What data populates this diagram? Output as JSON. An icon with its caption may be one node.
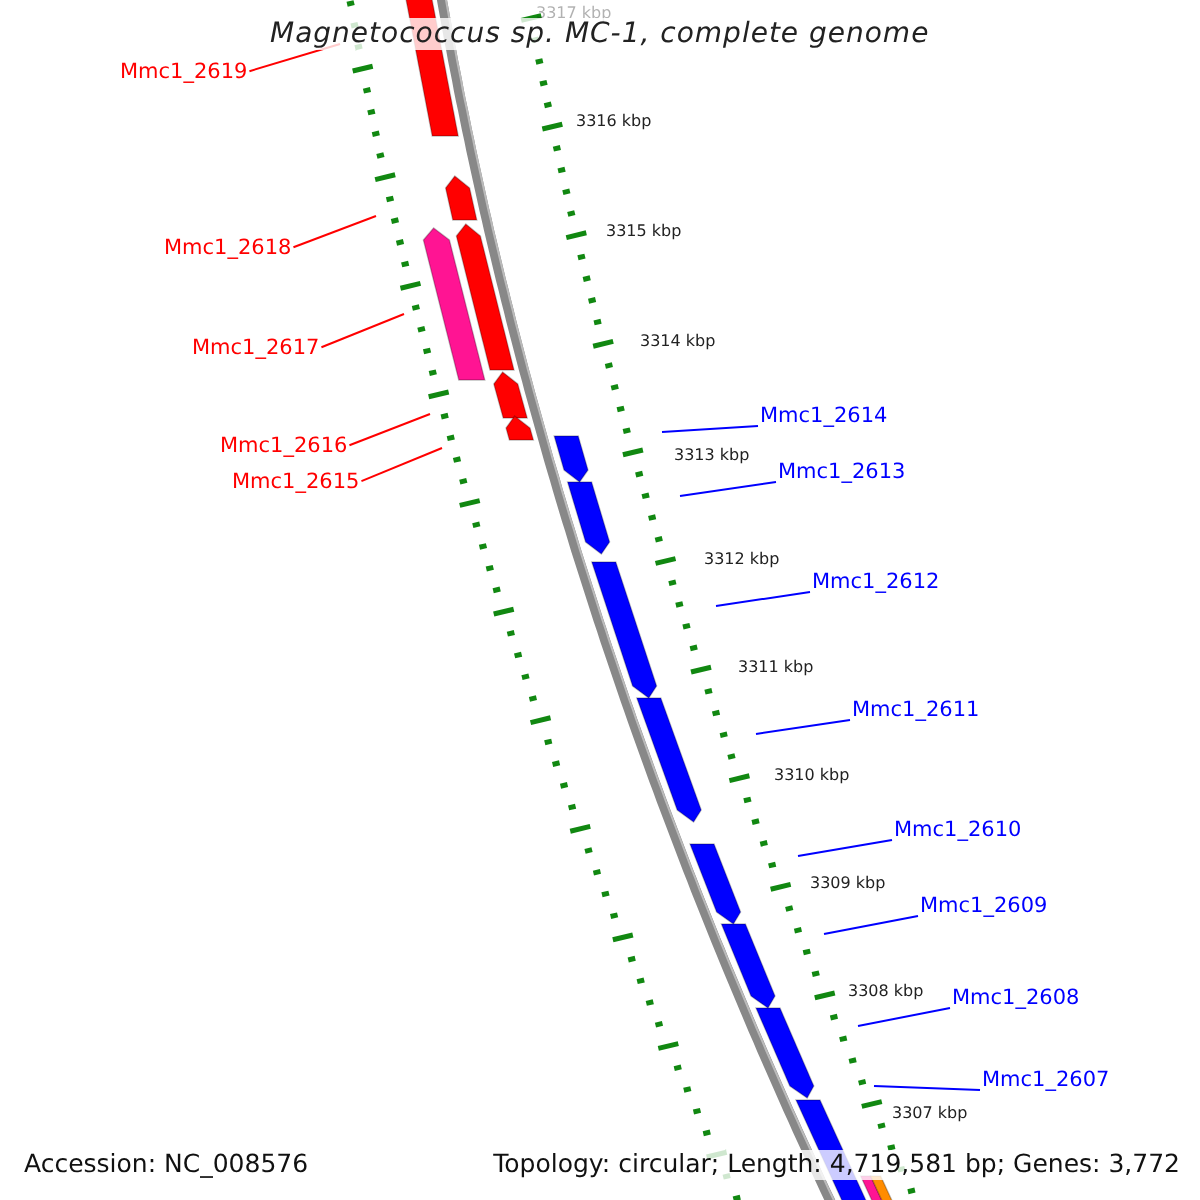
{
  "diagram": {
    "title": "Magnetococcus sp. MC-1, complete genome",
    "nodes": [
      {
        "text": [
          "Mmc1_2619"
        ]
      },
      {
        "text": [
          "Mmc1_2618"
        ]
      },
      {
        "text": [
          "Mmc1_2617"
        ]
      },
      {
        "text": [
          "Mmc1_2616"
        ]
      },
      {
        "text": [
          "Mmc1_2615"
        ]
      },
      {
        "text": [
          "Mmc1_2614"
        ]
      },
      {
        "text": [
          "Mmc1_2613"
        ]
      },
      {
        "text": [
          "Mmc1_2612"
        ]
      },
      {
        "text": [
          "Mmc1_2611"
        ]
      },
      {
        "text": [
          "Mmc1_2610"
        ]
      },
      {
        "text": [
          "Mmc1_2609"
        ]
      },
      {
        "text": [
          "Mmc1_2608"
        ]
      },
      {
        "text": [
          "Mmc1_2607"
        ]
      }
    ],
    "edges": [
      {
        "from": 0,
        "to": null,
        "arrow": "none",
        "color": "#ff0000"
      },
      {
        "from": 1,
        "to": null,
        "arrow": "none",
        "color": "#ff0000"
      },
      {
        "from": 2,
        "to": null,
        "arrow": "none",
        "color": "#ff0000"
      },
      {
        "from": 3,
        "to": null,
        "arrow": "none",
        "color": "#ff0000"
      },
      {
        "from": 4,
        "to": null,
        "arrow": "none",
        "color": "#ff0000"
      },
      {
        "from": 5,
        "to": null,
        "arrow": "none"
      },
      {
        "from": 6,
        "to": null,
        "arrow": "none"
      },
      {
        "from": 7,
        "to": null,
        "arrow": "none"
      },
      {
        "from": 8,
        "to": null,
        "arrow": "none"
      },
      {
        "from": 9,
        "to": null,
        "arrow": "none"
      },
      {
        "from": 10,
        "to": null,
        "arrow": "none"
      },
      {
        "from": 11,
        "to": null,
        "arrow": "none"
      },
      {
        "from": 12,
        "to": null,
        "arrow": "none"
      }
    ],
    "labels": [
      "3317 kbp",
      "3316 kbp",
      "3315 kbp",
      "3314 kbp",
      "3313 kbp",
      "3312 kbp",
      "3311 kbp",
      "3310 kbp",
      "3309 kbp",
      "3308 kbp",
      "3307 kbp",
      "Accession: NC_008576",
      "Topology: circular; Length: 4,719,581 bp; Genes: 3,772"
    ]
  }
}
